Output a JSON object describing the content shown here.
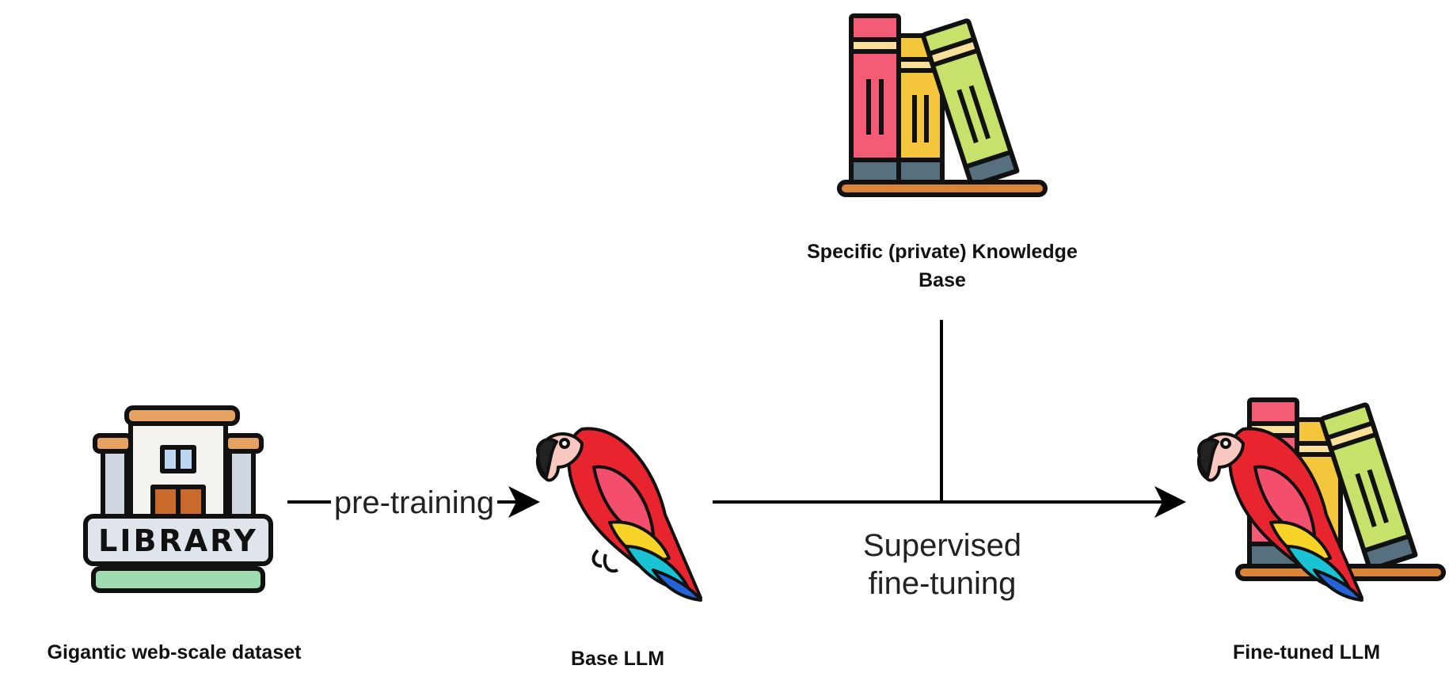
{
  "nodes": {
    "dataset": {
      "label": "Gigantic web-scale dataset",
      "icon": "library-icon",
      "sign_text": "LIBRARY"
    },
    "base_llm": {
      "label": "Base LLM",
      "icon": "parrot-icon"
    },
    "knowledge_base": {
      "label_line1": "Specific (private) Knowledge",
      "label_line2": "Base",
      "icon": "books-icon"
    },
    "finetuned_llm": {
      "label": "Fine-tuned LLM",
      "icon": "parrot-books-icon"
    }
  },
  "edges": {
    "pretraining": {
      "label": "pre-training"
    },
    "sft": {
      "label_line1": "Supervised",
      "label_line2": "fine-tuning"
    }
  },
  "colors": {
    "stroke": "#111111",
    "parrot_red": "#e8242e",
    "parrot_pink": "#f34f6d",
    "parrot_yellow": "#f7d227",
    "parrot_teal": "#19c3d3",
    "parrot_blue": "#2563d8",
    "book_red": "#f45b75",
    "book_yellow": "#f3c63c",
    "book_green": "#c6e26a",
    "shelf_orange": "#d9853a",
    "library_orange": "#e6a260",
    "library_door": "#c86a2b",
    "library_grass": "#9fdcb0"
  }
}
